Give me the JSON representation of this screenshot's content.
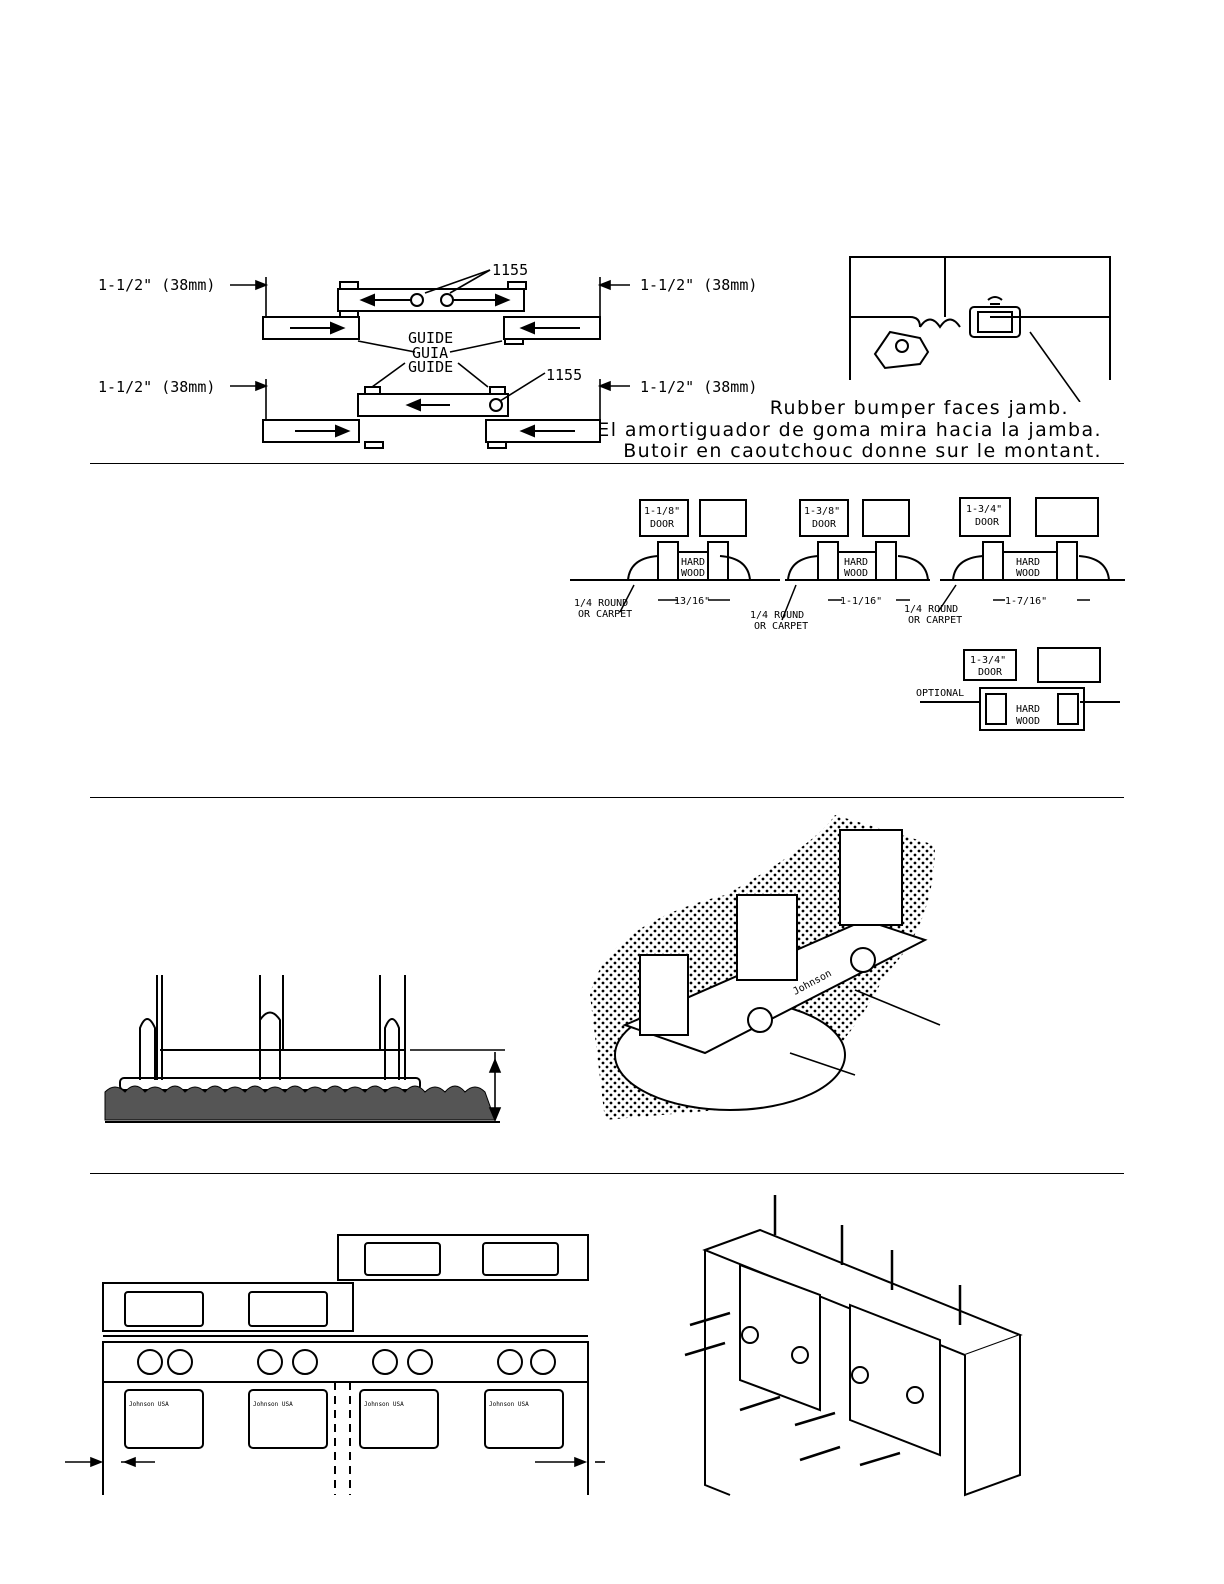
{
  "section1": {
    "dim_label": "1-1/2\" (38mm)",
    "part_number": "1155",
    "guide_labels": [
      "GUIDE",
      "GUIA",
      "GUIDE"
    ]
  },
  "section1_right": {
    "caption_en": "Rubber bumper faces jamb.",
    "caption_es": "El amortiguador de goma mira hacia la jamba.",
    "caption_fr": "Butoir en caoutchouc donne sur le montant."
  },
  "section2": {
    "diagrams": [
      {
        "door_line1": "1-1/8\"",
        "door_line2": "DOOR",
        "floor_line1": "HARD",
        "floor_line2": "WOOD",
        "gap": "13/16\"",
        "note_line1": "1/4 ROUND",
        "note_line2": "OR CARPET"
      },
      {
        "door_line1": "1-3/8\"",
        "door_line2": "DOOR",
        "floor_line1": "HARD",
        "floor_line2": "WOOD",
        "gap": "1-1/16\"",
        "note_line1": "1/4 ROUND",
        "note_line2": "OR CARPET"
      },
      {
        "door_line1": "1-3/4\"",
        "door_line2": "DOOR",
        "floor_line1": "HARD",
        "floor_line2": "WOOD",
        "gap": "1-7/16\"",
        "note_line1": "1/4 ROUND",
        "note_line2": "OR CARPET"
      }
    ],
    "optional": {
      "door_line1": "1-3/4\"",
      "door_line2": "DOOR",
      "floor_line1": "HARD",
      "floor_line2": "WOOD",
      "label": "OPTIONAL"
    }
  },
  "section3": {
    "brand_text": "Johnson"
  },
  "section4": {
    "bracket_text": "Johnson USA"
  }
}
